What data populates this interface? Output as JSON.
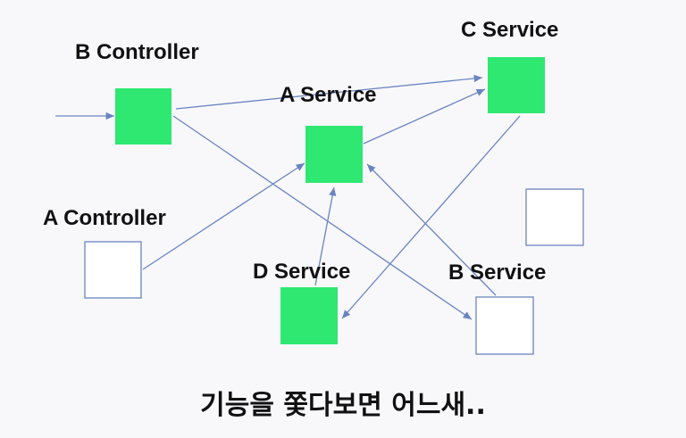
{
  "diagram": {
    "colors": {
      "active_fill": "#2ee872",
      "inactive_fill": "#ffffff",
      "edge": "#6a84c0"
    },
    "nodes": [
      {
        "id": "b-controller",
        "label": "B Controller",
        "active": true
      },
      {
        "id": "a-service",
        "label": "A Service",
        "active": true
      },
      {
        "id": "c-service",
        "label": "C Service",
        "active": true
      },
      {
        "id": "a-controller",
        "label": "A Controller",
        "active": false
      },
      {
        "id": "d-service",
        "label": "D Service",
        "active": true
      },
      {
        "id": "b-service",
        "label": "B Service",
        "active": false
      },
      {
        "id": "unlabeled",
        "label": "",
        "active": false
      }
    ],
    "edges": [
      {
        "from": "entry",
        "to": "b-controller"
      },
      {
        "from": "b-controller",
        "to": "c-service"
      },
      {
        "from": "b-controller",
        "to": "b-service"
      },
      {
        "from": "a-service",
        "to": "c-service"
      },
      {
        "from": "a-controller",
        "to": "a-service"
      },
      {
        "from": "d-service",
        "to": "a-service"
      },
      {
        "from": "b-service",
        "to": "a-service"
      },
      {
        "from": "c-service",
        "to": "d-service"
      }
    ]
  },
  "caption": "기능을 쫓다보면 어느새.."
}
